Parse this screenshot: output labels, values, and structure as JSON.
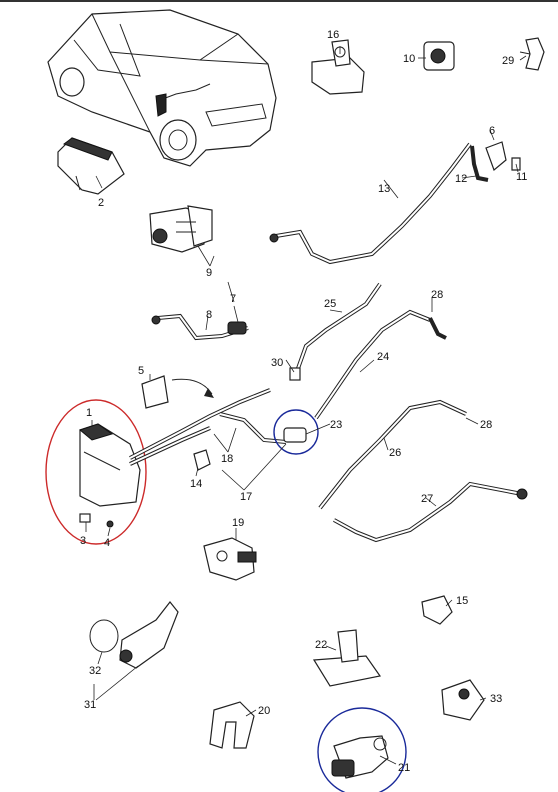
{
  "diagram": {
    "highlight_colors": {
      "red_circle": "#cc2a2a",
      "blue_circle": "#1a2a9a"
    },
    "callouts": [
      {
        "id": "c1",
        "text": "1"
      },
      {
        "id": "c2",
        "text": "2"
      },
      {
        "id": "c3",
        "text": "3"
      },
      {
        "id": "c4",
        "text": "4"
      },
      {
        "id": "c5",
        "text": "5"
      },
      {
        "id": "c6",
        "text": "6"
      },
      {
        "id": "c7",
        "text": "7"
      },
      {
        "id": "c8",
        "text": "8"
      },
      {
        "id": "c9",
        "text": "9"
      },
      {
        "id": "c10",
        "text": "10"
      },
      {
        "id": "c11",
        "text": "11"
      },
      {
        "id": "c12",
        "text": "12"
      },
      {
        "id": "c13",
        "text": "13"
      },
      {
        "id": "c14",
        "text": "14"
      },
      {
        "id": "c15",
        "text": "15"
      },
      {
        "id": "c16",
        "text": "16"
      },
      {
        "id": "c17",
        "text": "17"
      },
      {
        "id": "c18",
        "text": "18"
      },
      {
        "id": "c19",
        "text": "19"
      },
      {
        "id": "c20",
        "text": "20"
      },
      {
        "id": "c21",
        "text": "21"
      },
      {
        "id": "c22",
        "text": "22"
      },
      {
        "id": "c23",
        "text": "23"
      },
      {
        "id": "c24",
        "text": "24"
      },
      {
        "id": "c25",
        "text": "25"
      },
      {
        "id": "c26",
        "text": "26"
      },
      {
        "id": "c27",
        "text": "27"
      },
      {
        "id": "c28a",
        "text": "28"
      },
      {
        "id": "c28b",
        "text": "28"
      },
      {
        "id": "c29",
        "text": "29"
      },
      {
        "id": "c30",
        "text": "30"
      },
      {
        "id": "c31",
        "text": "31"
      },
      {
        "id": "c32",
        "text": "32"
      },
      {
        "id": "c33",
        "text": "33"
      }
    ]
  }
}
